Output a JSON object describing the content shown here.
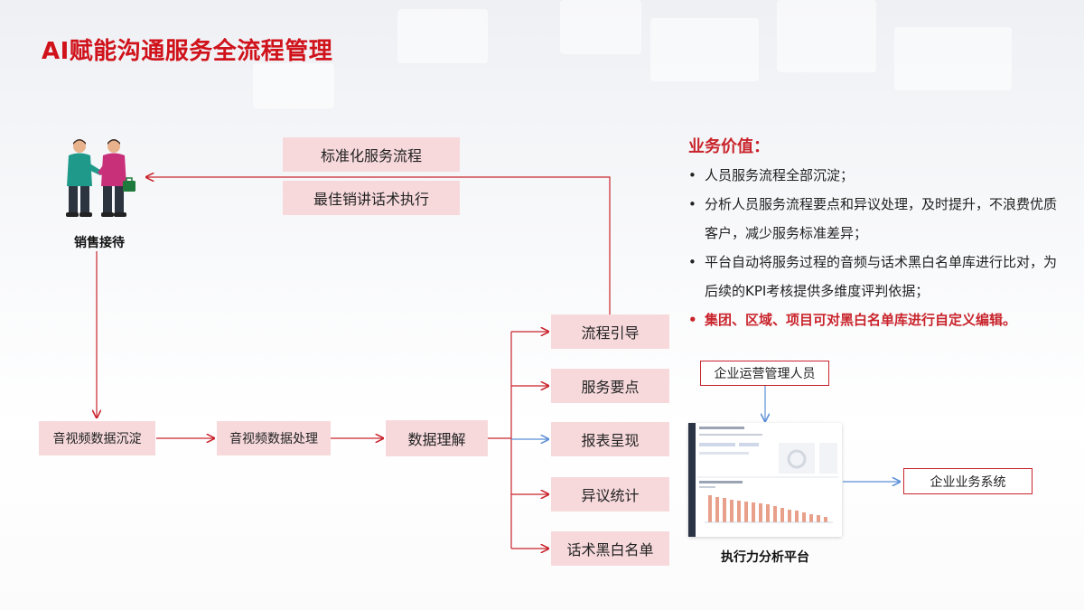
{
  "title": "AI赋能沟通服务全流程管理",
  "sales": {
    "label": "销售接待",
    "icon": "handshake-people-icon"
  },
  "feedback": {
    "items": [
      "标准化服务流程",
      "最佳销讲话术执行"
    ]
  },
  "pipeline": {
    "steps": [
      "音视频数据沉淀",
      "音视频数据处理",
      "数据理解"
    ]
  },
  "outputs": {
    "items": [
      "流程引导",
      "服务要点",
      "报表呈现",
      "异议统计",
      "话术黑白名单"
    ]
  },
  "value": {
    "title": "业务价值：",
    "points": [
      "人员服务流程全部沉淀；",
      "分析人员服务流程要点和异议处理，及时提升，不浪费优质客户，减少服务标准差异；",
      "平台自动将服务过程的音频与话术黑白名单库进行比对，为后续的KPI考核提供多维度评判依据；",
      "集团、区域、项目可对黑白名单库进行自定义编辑。"
    ]
  },
  "platform": {
    "operator": "企业运营管理人员",
    "name": "执行力分析平台",
    "target": "企业业务系统",
    "thumbnail": "bar-chart-dashboard-thumbnail"
  },
  "colors": {
    "accent": "#c9242c",
    "box_fill": "#f7d9dc",
    "blue_line": "#5b8fd6"
  }
}
